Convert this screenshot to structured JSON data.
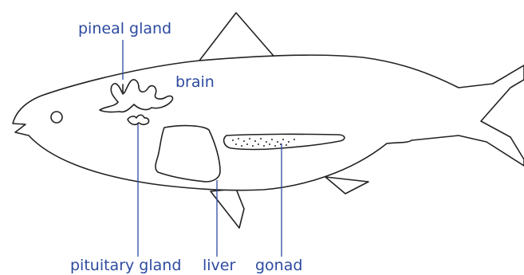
{
  "colors": {
    "outline": "#222222",
    "label": "#2c4aa0",
    "leader": "#2c4aa0",
    "background": "#ffffff"
  },
  "labels": {
    "pineal_gland": "pineal gland",
    "brain": "brain",
    "pituitary_gland": "pituitary gland",
    "liver": "liver",
    "gonad": "gonad"
  }
}
